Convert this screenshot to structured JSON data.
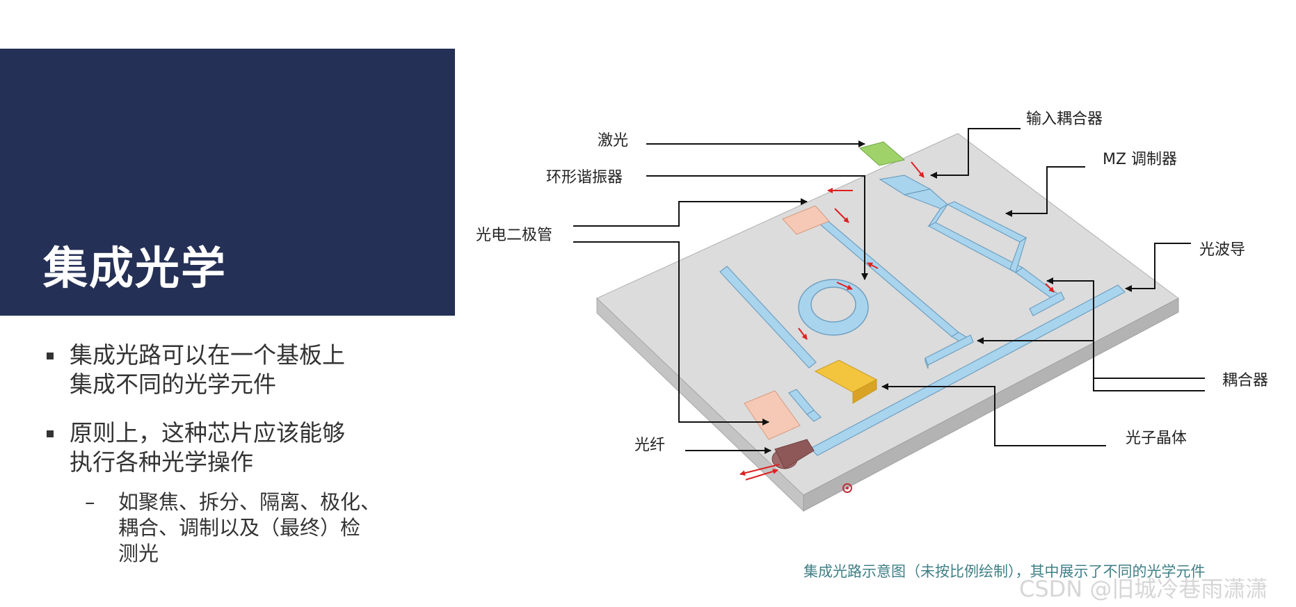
{
  "slide": {
    "title": "集成光学",
    "bullets": [
      {
        "lines": [
          "集成光路可以在一个基板上",
          "集成不同的光学元件"
        ]
      },
      {
        "lines": [
          "原则上，这种芯片应该能够",
          "执行各种光学操作"
        ]
      }
    ],
    "sub_bullet": {
      "dash": "–",
      "lines": [
        "如聚焦、拆分、隔离、极化、",
        "耦合、调制以及（最终）检",
        "测光"
      ]
    },
    "accent_color": "#253056"
  },
  "diagram": {
    "labels": {
      "laser": "激光",
      "ring_resonator": "环形谐振器",
      "photodiode": "光电二极管",
      "fiber": "光纤",
      "input_coupler": "输入耦合器",
      "mz_modulator": "MZ 调制器",
      "waveguide": "光波导",
      "coupler": "耦合器",
      "photonic_crystal": "光子晶体"
    },
    "caption": "集成光路示意图（未按比例绘制），其中展示了不同的光学元件",
    "colors": {
      "waveguide": "#a9d4ee",
      "substrate": "#d9d9d9",
      "laser": "#9fd36a",
      "photodiode": "#f5c9b5",
      "crystal": "#f3c53e",
      "arrows": "#e02020"
    }
  },
  "watermark": "CSDN @旧城冷巷雨潇潇"
}
